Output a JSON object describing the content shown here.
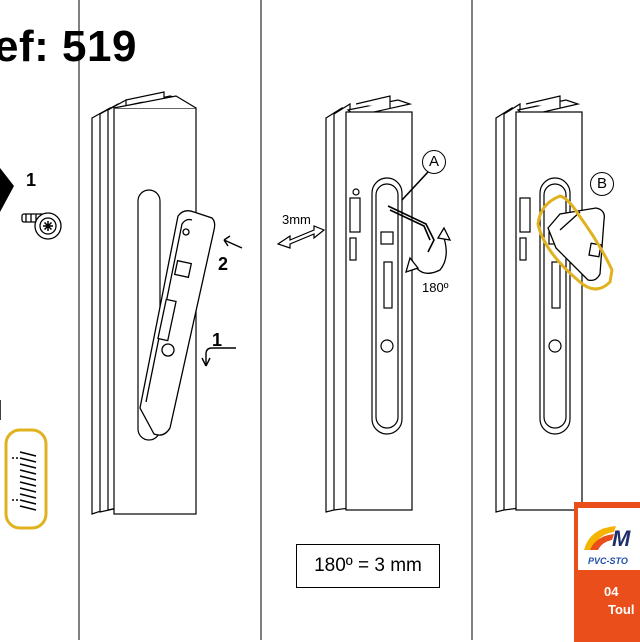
{
  "header": {
    "ref": "ef: 519"
  },
  "panel1": {
    "step1": "1"
  },
  "panel2": {
    "step1": "1",
    "step2": "2"
  },
  "panel3": {
    "gap": "3mm",
    "label": "A",
    "rotation": "180º"
  },
  "panel4": {
    "label": "B"
  },
  "formula": {
    "text": "180º = 3 mm"
  },
  "logo": {
    "brand": "M",
    "sub": "PVC-STO",
    "line1": "04",
    "line2": "Toul"
  },
  "colors": {
    "highlight": "#e0b21f",
    "logo_bg": "#e94e1b",
    "logo_text": "#1f2f6b"
  }
}
